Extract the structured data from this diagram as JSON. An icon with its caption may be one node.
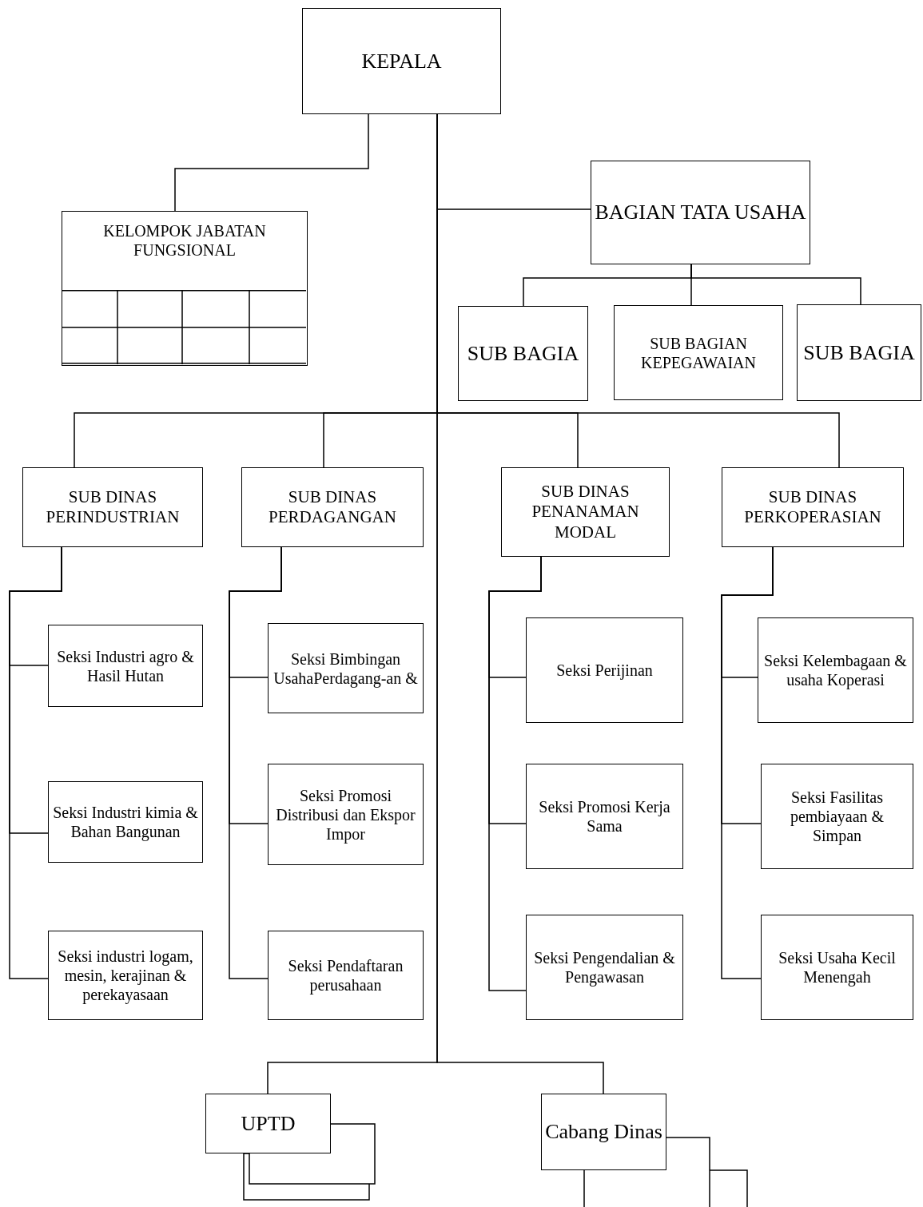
{
  "diagram": {
    "nodes": [
      {
        "text": [
          "KEPALA"
        ]
      },
      {
        "text": [
          "KELOMPOK JABATAN FUNGSIONAL"
        ]
      },
      {
        "text": [
          "BAGIAN TATA USAHA"
        ]
      },
      {
        "text": [
          "SUB BAGIA"
        ]
      },
      {
        "text": [
          "SUB BAGIAN KEPEGAWAIAN"
        ]
      },
      {
        "text": [
          "SUB BAGIA"
        ]
      },
      {
        "text": [
          "SUB DINAS PERINDUSTRIAN"
        ]
      },
      {
        "text": [
          "SUB DINAS PERDAGANGAN"
        ]
      },
      {
        "text": [
          "SUB DINAS PENANAMAN MODAL"
        ]
      },
      {
        "text": [
          "SUB DINAS PERKOPERASIAN"
        ]
      },
      {
        "text": [
          "Seksi Industri agro & Hasil Hutan"
        ]
      },
      {
        "text": [
          "Seksi Industri kimia & Bahan Bangunan"
        ]
      },
      {
        "text": [
          "Seksi industri logam, mesin, kerajinan & perekayasaan"
        ]
      },
      {
        "text": [
          "Seksi Bimbingan UsahaPerdagang-an &"
        ]
      },
      {
        "text": [
          "Seksi Promosi Distribusi dan Ekspor Impor"
        ]
      },
      {
        "text": [
          "Seksi Pendaftaran perusahaan"
        ]
      },
      {
        "text": [
          "Seksi Perijinan"
        ]
      },
      {
        "text": [
          "Seksi Promosi Kerja Sama"
        ]
      },
      {
        "text": [
          "Seksi Pengendalian & Pengawasan"
        ]
      },
      {
        "text": [
          "Seksi Kelembagaan & usaha Koperasi"
        ]
      },
      {
        "text": [
          "Seksi Fasilitas pembiayaan & Simpan"
        ]
      },
      {
        "text": [
          "Seksi Usaha Kecil Menengah"
        ]
      },
      {
        "text": [
          "UPTD"
        ]
      },
      {
        "text": [
          "Cabang Dinas"
        ]
      }
    ],
    "edges": [
      {
        "from": 0,
        "to": 1,
        "arrow": "none"
      },
      {
        "from": 0,
        "to": 2,
        "arrow": "none"
      },
      {
        "from": 2,
        "to": 3,
        "arrow": "none"
      },
      {
        "from": 2,
        "to": 4,
        "arrow": "none"
      },
      {
        "from": 2,
        "to": 5,
        "arrow": "none"
      },
      {
        "from": 0,
        "to": 6,
        "arrow": "none"
      },
      {
        "from": 0,
        "to": 7,
        "arrow": "none"
      },
      {
        "from": 0,
        "to": 8,
        "arrow": "none"
      },
      {
        "from": 0,
        "to": 9,
        "arrow": "none"
      },
      {
        "from": 6,
        "to": 10,
        "arrow": "none"
      },
      {
        "from": 6,
        "to": 11,
        "arrow": "none"
      },
      {
        "from": 6,
        "to": 12,
        "arrow": "none"
      },
      {
        "from": 7,
        "to": 13,
        "arrow": "none"
      },
      {
        "from": 7,
        "to": 14,
        "arrow": "none"
      },
      {
        "from": 7,
        "to": 15,
        "arrow": "none"
      },
      {
        "from": 8,
        "to": 16,
        "arrow": "none"
      },
      {
        "from": 8,
        "to": 17,
        "arrow": "none"
      },
      {
        "from": 8,
        "to": 18,
        "arrow": "none"
      },
      {
        "from": 9,
        "to": 19,
        "arrow": "none"
      },
      {
        "from": 9,
        "to": 20,
        "arrow": "none"
      },
      {
        "from": 9,
        "to": 21,
        "arrow": "none"
      },
      {
        "from": 0,
        "to": 22,
        "arrow": "none"
      },
      {
        "from": 0,
        "to": 23,
        "arrow": "none"
      }
    ]
  }
}
